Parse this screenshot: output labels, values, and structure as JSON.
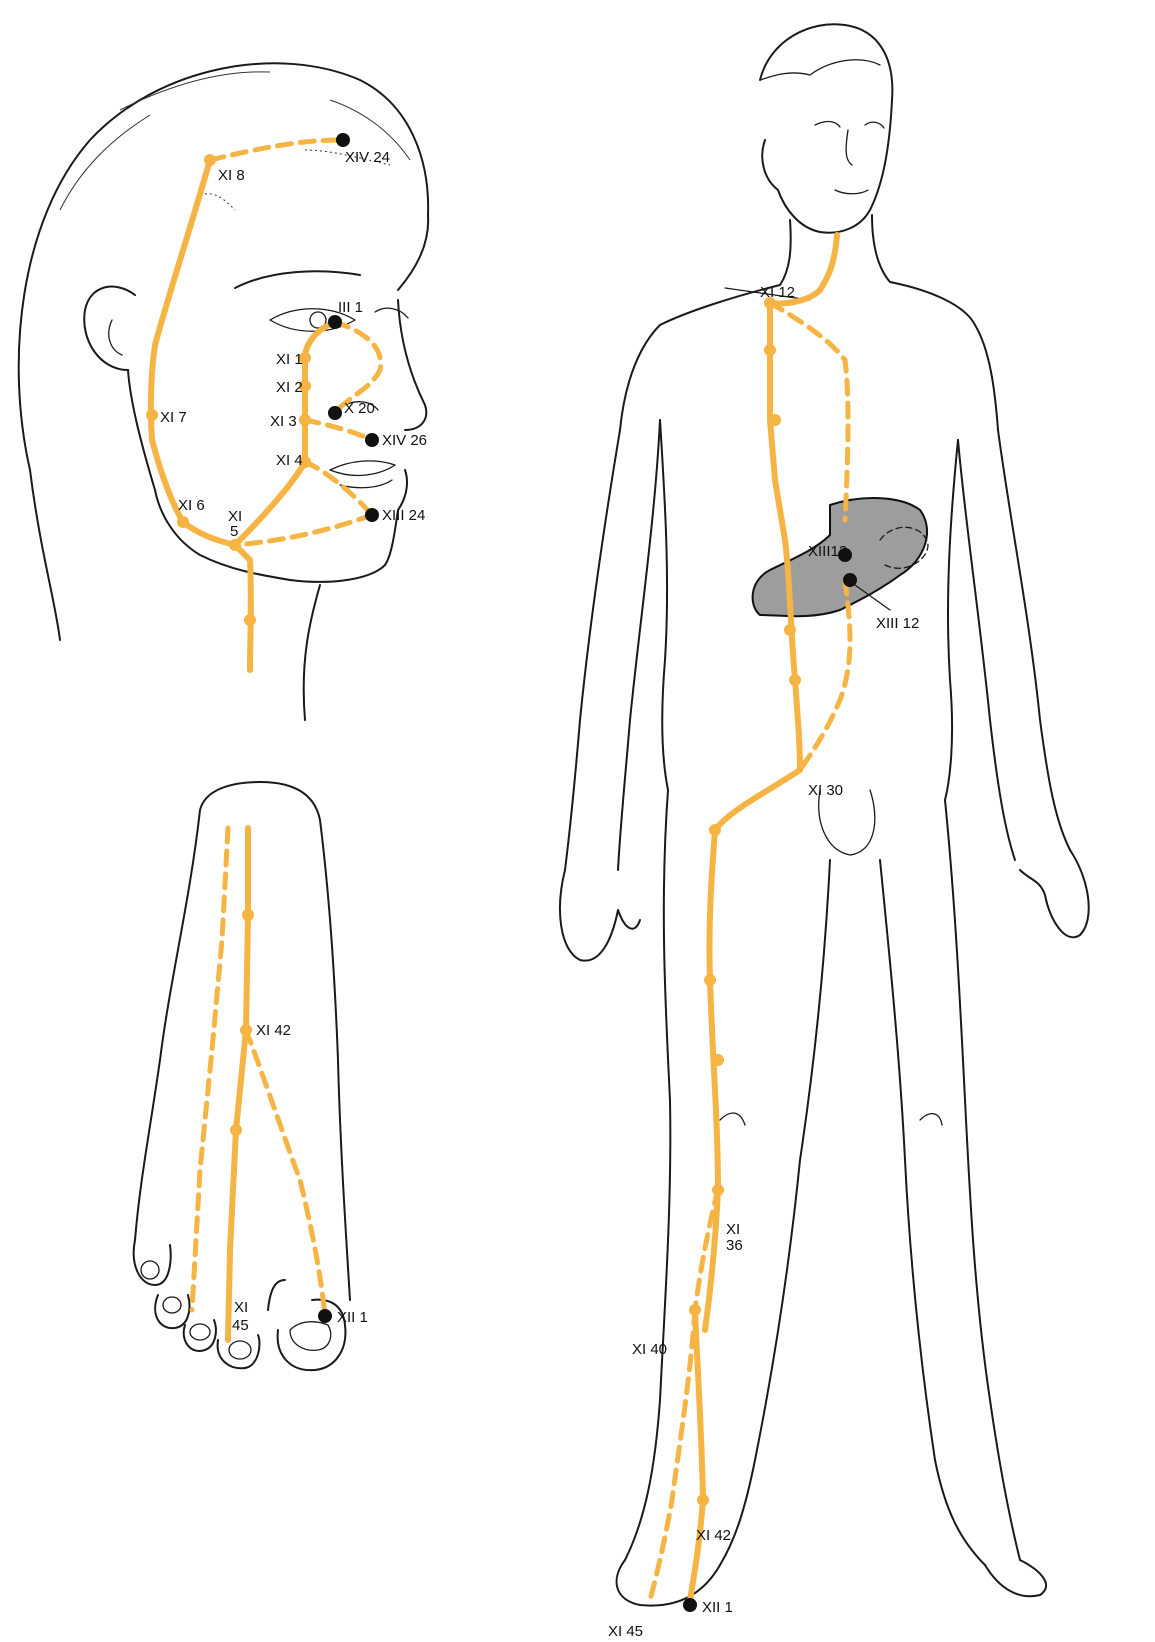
{
  "colors": {
    "meridian": "#f5b443",
    "acupoint_marker": "#111111",
    "stomach_organ": "#9d9d9d"
  },
  "head_labels": {
    "xiv24": "XIV 24",
    "xi8": "XI 8",
    "iii1": "III 1",
    "xi1": "XI 1",
    "xi2": "XI 2",
    "xi3": "XI 3",
    "x20": "X 20",
    "xiv26": "XIV 26",
    "xi4": "XI 4",
    "xi7": "XI 7",
    "xi6": "XI 6",
    "xi5a": "XI",
    "xi5b": "5",
    "xiii24": "XIII 24"
  },
  "foot_labels": {
    "xi42": "XI 42",
    "xi45a": "XI",
    "xi45b": "45",
    "xii1": "XII 1"
  },
  "body_labels": {
    "xi12": "XI 12",
    "xiii13": "XIII13",
    "xiii12": "XIII 12",
    "xi30": "XI 30",
    "xi36a": "XI",
    "xi36b": "36",
    "xi40": "XI 40",
    "xi42": "XI 42",
    "xi45": "XI 45",
    "xii1": "XII 1"
  }
}
